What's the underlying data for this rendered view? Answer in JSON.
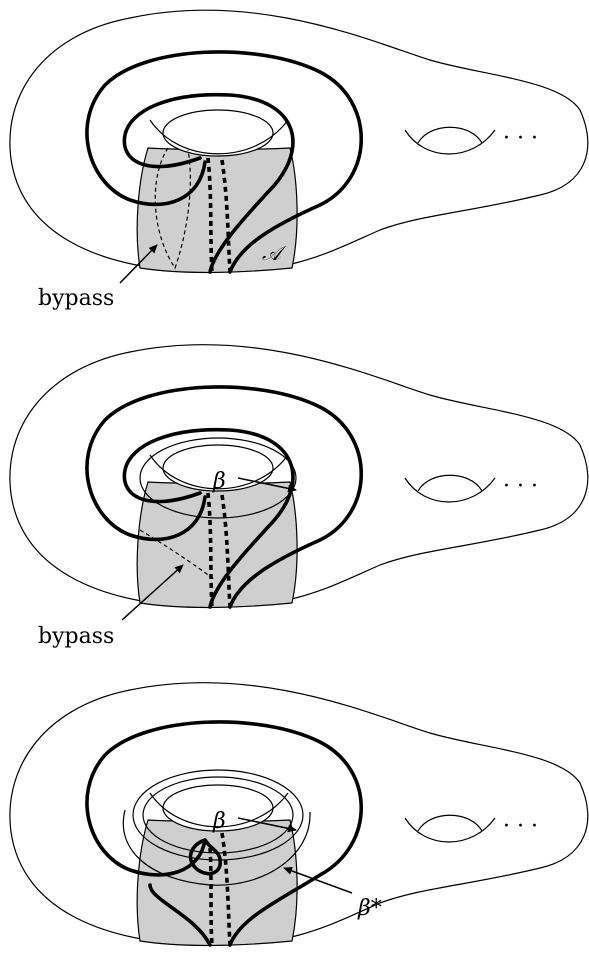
{
  "panels": [
    {
      "id": "top",
      "ellipsis": "· · ·",
      "labels": {
        "annulus": "𝒜",
        "bypass": "bypass"
      }
    },
    {
      "id": "middle",
      "ellipsis": "· · ·",
      "labels": {
        "beta": "β",
        "bypass": "bypass"
      }
    },
    {
      "id": "bottom",
      "ellipsis": "· · ·",
      "labels": {
        "beta": "β",
        "beta_star": "β*"
      }
    }
  ],
  "colors": {
    "annulus_fill": "#cfcfcf",
    "stroke": "#000000",
    "background": "#ffffff"
  }
}
